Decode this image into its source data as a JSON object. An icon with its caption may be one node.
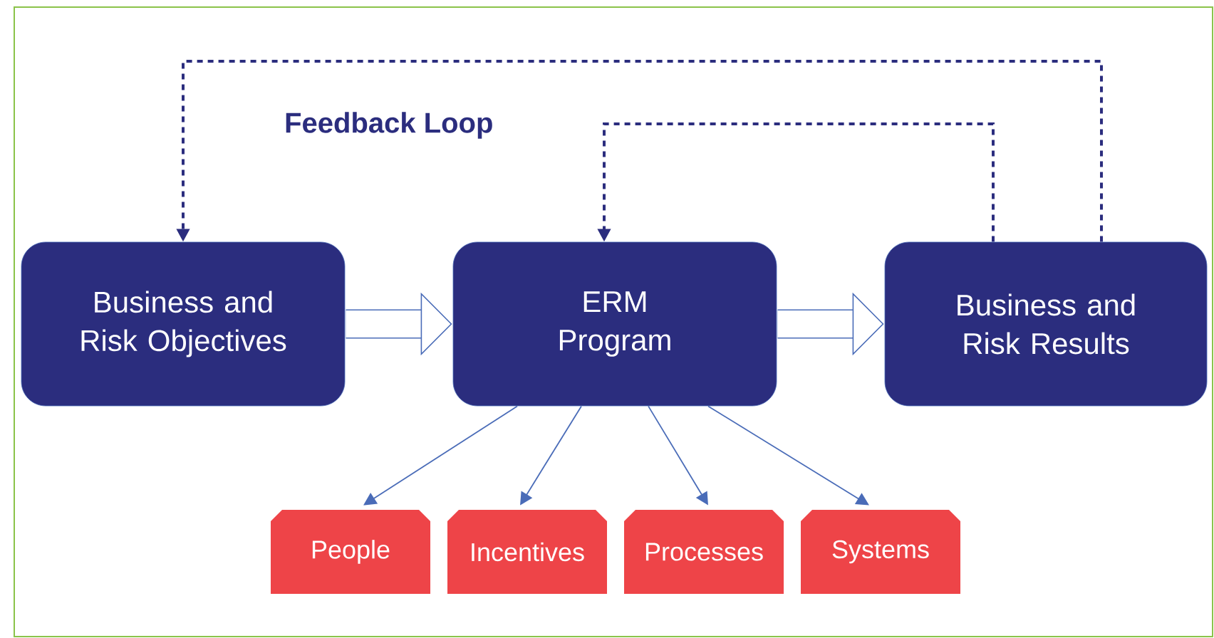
{
  "diagram": {
    "nodes": [
      {
        "text": [
          "Business and Risk Objectives"
        ]
      },
      {
        "text": [
          "ERM Program"
        ]
      },
      {
        "text": [
          "Business and Risk Results"
        ]
      },
      {
        "text": [
          "People"
        ]
      },
      {
        "text": [
          "Incentives"
        ]
      },
      {
        "text": [
          "Processes"
        ]
      },
      {
        "text": [
          "Systems"
        ]
      }
    ],
    "edges": [
      {
        "from": 0,
        "to": 1,
        "arrow": "to",
        "style": "thick"
      },
      {
        "from": 1,
        "to": 2,
        "arrow": "to",
        "style": "thick"
      },
      {
        "from": 2,
        "to": 0,
        "arrow": "to",
        "style": "dashed",
        "color": "#2b2d7e"
      },
      {
        "from": 2,
        "to": 1,
        "arrow": "to",
        "style": "dashed",
        "color": "#2b2d7e"
      },
      {
        "from": 1,
        "to": 3,
        "arrow": "to"
      },
      {
        "from": 1,
        "to": 4,
        "arrow": "to"
      },
      {
        "from": 1,
        "to": 5,
        "arrow": "to"
      },
      {
        "from": 1,
        "to": 6,
        "arrow": "to"
      }
    ],
    "labels": [
      "Feedback Loop"
    ]
  }
}
